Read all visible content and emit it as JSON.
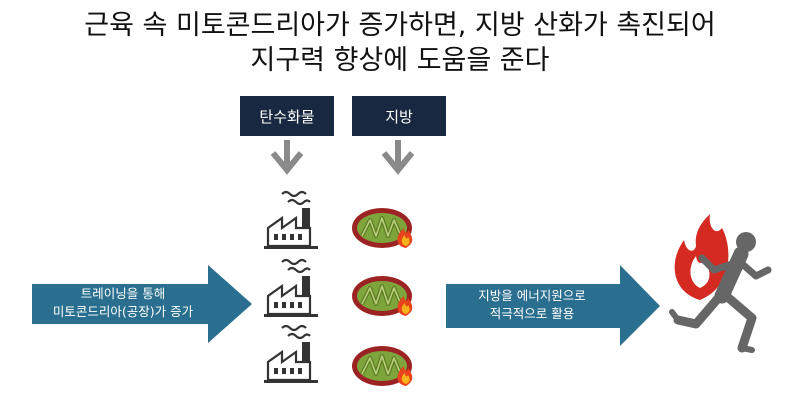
{
  "title": {
    "line1": "근육 속 미토콘드리아가 증가하면, 지방 산화가 촉진되어",
    "line2": "지구력 향상에 도움을 준다"
  },
  "inputs": {
    "carbohydrate": "탄수화물",
    "fat": "지방"
  },
  "left_arrow": {
    "line1": "트레이닝을 통해",
    "line2": "미토콘드리아(공장)가 증가"
  },
  "right_arrow": {
    "line1": "지방을 에너지원으로",
    "line2": "적극적으로 활용"
  },
  "colors": {
    "label_box": "#172840",
    "arrow_fill": "#2a6f8f",
    "down_arrow": "#8a8a8a",
    "mito_green": "#7ea43c",
    "mito_red": "#9c2324",
    "flame_red": "#d42a22",
    "runner": "#666666"
  },
  "icons": [
    "factory-icon",
    "mitochondria-icon",
    "flame-icon",
    "runner-icon"
  ]
}
